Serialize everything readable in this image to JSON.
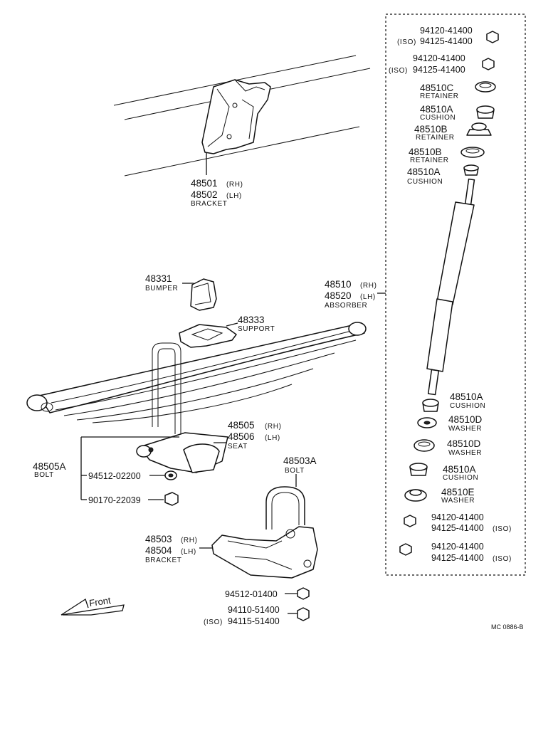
{
  "bracket_upper": {
    "pn1": "48501",
    "q1": "(RH)",
    "pn2": "48502",
    "q2": "(LH)",
    "name": "BRACKET"
  },
  "bumper": {
    "pn": "48331",
    "name": "BUMPER"
  },
  "support": {
    "pn": "48333",
    "name": "SUPPORT"
  },
  "absorber": {
    "pn1": "48510",
    "q1": "(RH)",
    "pn2": "48520",
    "q2": "(LH)",
    "name": "ABSORBER"
  },
  "seat": {
    "pn1": "48505",
    "q1": "(RH)",
    "pn2": "48506",
    "q2": "(LH)",
    "name": "SEAT"
  },
  "bolt_a": {
    "pn": "48505A",
    "name": "BOLT"
  },
  "washer_left": {
    "pn": "94512-02200"
  },
  "nut_left": {
    "pn": "90170-22039"
  },
  "ubolt": {
    "pn": "48503A",
    "name": "BOLT"
  },
  "bracket_lower": {
    "pn1": "48503",
    "q1": "(RH)",
    "pn2": "48504",
    "q2": "(LH)",
    "name": "BRACKET"
  },
  "washer_bottom": {
    "pn": "94512-01400"
  },
  "nut_bottom": {
    "pn1": "94110-51400",
    "iso": "(ISO)",
    "pn2": "94115-51400"
  },
  "front_arrow": {
    "label": "Front"
  },
  "code": "MC 0886-B",
  "box_parts": {
    "nut1": {
      "pn1": "94120-41400",
      "iso": "(ISO)",
      "pn2": "94125-41400"
    },
    "nut2": {
      "pn1": "94120-41400",
      "iso": "(ISO)",
      "pn2": "94125-41400"
    },
    "retainer_c": {
      "pn": "48510C",
      "name": "RETAINER"
    },
    "cushion_a1": {
      "pn": "48510A",
      "name": "CUSHION"
    },
    "retainer_b1": {
      "pn": "48510B",
      "name": "RETAINER"
    },
    "retainer_b2": {
      "pn": "48510B",
      "name": "RETAINER"
    },
    "cushion_a2": {
      "pn": "48510A",
      "name": "CUSHION"
    },
    "cushion_a3": {
      "pn": "48510A",
      "name": "CUSHION"
    },
    "washer_d1": {
      "pn": "48510D",
      "name": "WASHER"
    },
    "washer_d2": {
      "pn": "48510D",
      "name": "WASHER"
    },
    "cushion_a4": {
      "pn": "48510A",
      "name": "CUSHION"
    },
    "washer_e": {
      "pn": "48510E",
      "name": "WASHER"
    },
    "nut3": {
      "pn1": "94120-41400",
      "pn2": "94125-41400",
      "iso": "(ISO)"
    },
    "nut4": {
      "pn1": "94120-41400",
      "pn2": "94125-41400",
      "iso": "(ISO)"
    }
  }
}
